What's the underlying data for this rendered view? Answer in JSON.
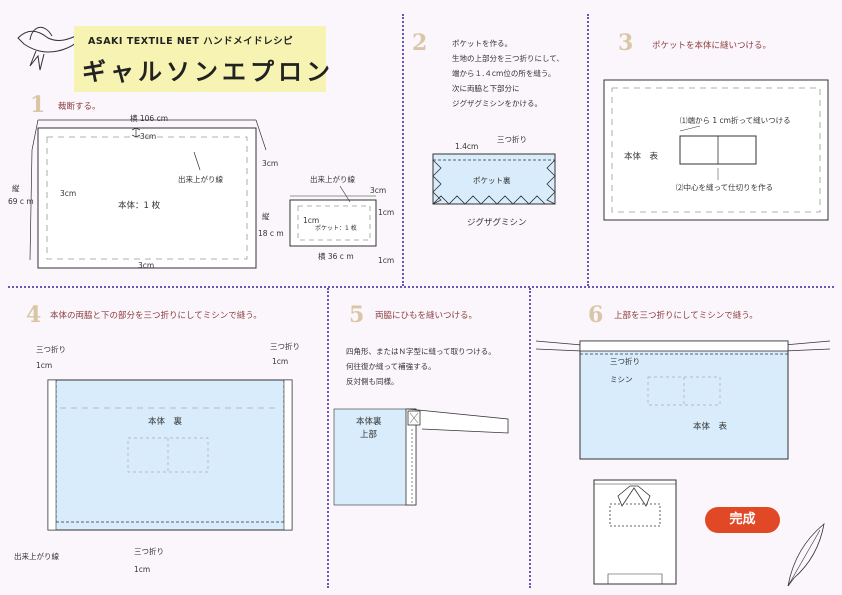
{
  "header": {
    "brand": "ASAKI TEXTILE NET  ハンドメイドレシピ",
    "title": "ギャルソンエプロン"
  },
  "steps": {
    "s1": {
      "num": "1",
      "text": "裁断する。"
    },
    "s2": {
      "num": "2",
      "lines": [
        "ポケットを作る。",
        "生地の上部分を三つ折りにして、",
        "端から１.４cm位の所を縫う。",
        "次に両脇と下部分に",
        "ジグザグミシンをかける。"
      ]
    },
    "s3": {
      "num": "3",
      "text": "ポケットを本体に縫いつける。"
    },
    "s4": {
      "num": "4",
      "text": "本体の両脇と下の部分を三つ折りにしてミシンで縫う。"
    },
    "s5": {
      "num": "5",
      "text": "両脇にひもを縫いつける。",
      "lines": [
        "四角形、またはＮ字型に縫って取りつける。",
        "何往復か縫って補強する。",
        "反対側も同様。"
      ]
    },
    "s6": {
      "num": "6",
      "text": "上部を三つ折りにしてミシンで縫う。"
    }
  },
  "labels": {
    "width106": "横 106 cm",
    "m3cm": "3cm",
    "finished_line": "出来上がり線",
    "tate": "縦",
    "h69": "69 c m",
    "body_1": "本体：1 枚",
    "pocket_1": "ポケット：1 枚",
    "m1cm": "1cm",
    "h18": "18 c m",
    "width36": "横 36 c m",
    "m14cm": "1.4cm",
    "mitsuori": "三つ折り",
    "pocket_back": "ポケット裏",
    "zigzag": "ジグザグミシン",
    "body_omote": "本体　表",
    "note_a": "⑴端から 1 cm折って縫いつける",
    "note_b": "⑵中心を縫って仕切りを作る",
    "body_ura": "本体　裏",
    "body_ura_top_1": "本体裏",
    "body_ura_top_2": "上部",
    "mishin": "ミシン",
    "done": "完成"
  },
  "colors": {
    "fabric": "#d8ecfb",
    "accent": "#e04826",
    "divider": "#6a55b5",
    "title_bg": "#f7f4b3"
  }
}
